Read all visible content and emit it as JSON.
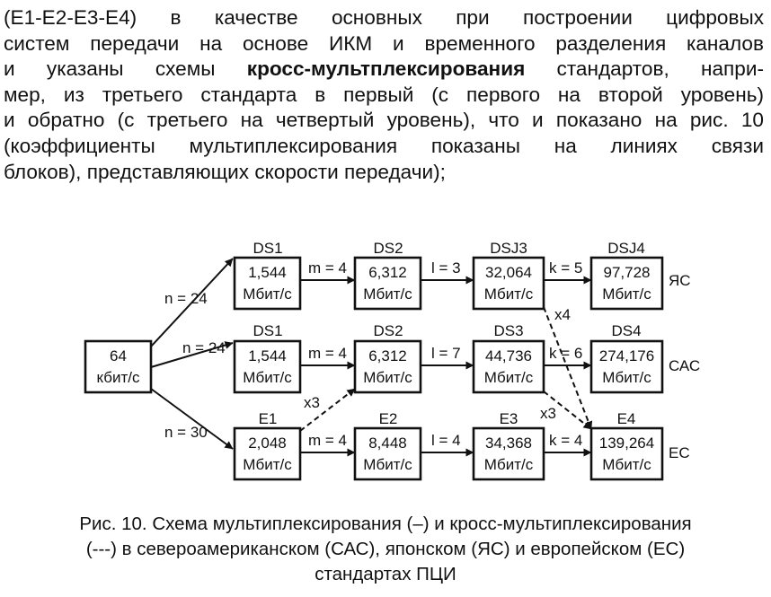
{
  "paragraph": {
    "lines": [
      "(E1-E2-E3-E4) в качестве основных при построении цифровых",
      "систем передачи на основе ИКМ и временного разделения каналов",
      "и указаны схемы ",
      " стандартов, напри-",
      "мер, из третьего стандарта в первый (с первого на второй уровень)",
      "и обратно (с третьего на четвертый уровень), что и показано на рис. 10",
      "(коэффициенты мультиплексирования показаны на линиях связи",
      "блоков), представляющих скорости передачи);"
    ],
    "bold_term": "кросс-мультплексирования"
  },
  "diagram": {
    "source": {
      "value": "64",
      "unit": "кбит/с"
    },
    "rows": [
      {
        "standard": "ЯС",
        "entry_label": "n = 24",
        "blocks": [
          {
            "name": "DS1",
            "value": "1,544",
            "unit": "Мбит/с"
          },
          {
            "name": "DS2",
            "value": "6,312",
            "unit": "Мбит/с"
          },
          {
            "name": "DSJ3",
            "value": "32,064",
            "unit": "Мбит/с"
          },
          {
            "name": "DSJ4",
            "value": "97,728",
            "unit": "Мбит/с"
          }
        ],
        "links": [
          "m = 4",
          "l = 3",
          "k = 5"
        ]
      },
      {
        "standard": "САС",
        "entry_label": "n = 24",
        "blocks": [
          {
            "name": "DS1",
            "value": "1,544",
            "unit": "Мбит/с"
          },
          {
            "name": "DS2",
            "value": "6,312",
            "unit": "Мбит/с"
          },
          {
            "name": "DS3",
            "value": "44,736",
            "unit": "Мбит/с"
          },
          {
            "name": "DS4",
            "value": "274,176",
            "unit": "Мбит/с"
          }
        ],
        "links": [
          "m = 4",
          "l = 7",
          "k = 6"
        ]
      },
      {
        "standard": "ЕС",
        "entry_label": "n = 30",
        "blocks": [
          {
            "name": "E1",
            "value": "2,048",
            "unit": "Мбит/с"
          },
          {
            "name": "E2",
            "value": "8,448",
            "unit": "Мбит/с"
          },
          {
            "name": "E3",
            "value": "34,368",
            "unit": "Мбит/с"
          },
          {
            "name": "E4",
            "value": "139,264",
            "unit": "Мбит/с"
          }
        ],
        "links": [
          "m = 4",
          "l = 4",
          "k = 4"
        ]
      }
    ],
    "cross_links": [
      {
        "from": "E1",
        "to": "DS2",
        "label": "x3"
      },
      {
        "from": "DSJ3",
        "to": "E4",
        "label": "x4"
      },
      {
        "from": "DS3",
        "to": "E4",
        "label": "x3"
      }
    ]
  },
  "caption": {
    "lines": [
      "Рис. 10. Схема мультиплексирования (–) и кросс-мультиплексирования",
      "(---) в североамериканском (САС), японском (ЯС) и европейском (ЕС)",
      "стандартах ПЦИ"
    ]
  }
}
